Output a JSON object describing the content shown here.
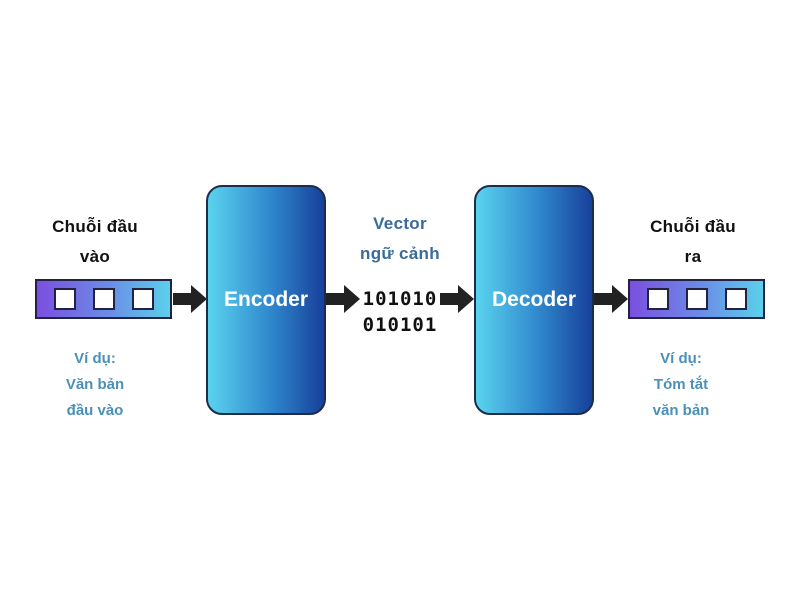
{
  "input": {
    "title_line1": "Chuỗi đầu",
    "title_line2": "vào",
    "example_line1": "Ví dụ:",
    "example_line2": "Văn bản",
    "example_line3": "đầu vào"
  },
  "encoder": {
    "label": "Encoder"
  },
  "context": {
    "title_line1": "Vector",
    "title_line2": "ngữ cảnh",
    "binary_line1": "101010",
    "binary_line2": "010101"
  },
  "decoder": {
    "label": "Decoder"
  },
  "output": {
    "title_line1": "Chuỗi đầu",
    "title_line2": "ra",
    "example_line1": "Ví dụ:",
    "example_line2": "Tóm tắt",
    "example_line3": "văn bản"
  },
  "colors": {
    "block_gradient_light": "#5ad3ee",
    "block_gradient_dark": "#17409a",
    "sequence_gradient_left": "#7b4fe0",
    "sequence_gradient_right": "#5bd0ea",
    "example_text": "#4a90b8",
    "vector_text": "#3a6b9a",
    "arrow": "#222222"
  },
  "icons": {
    "arrow": "right-arrow-icon"
  }
}
